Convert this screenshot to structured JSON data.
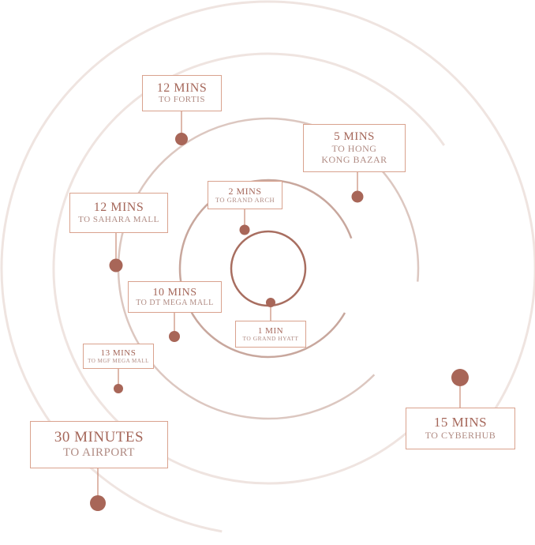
{
  "palette": {
    "outer_ring": "#efe4e0",
    "mid_ring": "#dcc7c0",
    "inner_ring": "#c8a79d",
    "center_ring": "#a86e60",
    "dot": "#a86658",
    "connector": "#c98a74",
    "box_border": "#d9a28e",
    "title_text": "#a5675a",
    "sub_text": "#b08b83"
  },
  "landmarks": [
    {
      "id": "fortis",
      "time": "12 MINS",
      "place": "TO FORTIS"
    },
    {
      "id": "hong-kong-bazar",
      "time": "5 MINS",
      "place": "TO HONG KONG BAZAR"
    },
    {
      "id": "grand-arch",
      "time": "2 MINS",
      "place": "TO GRAND ARCH"
    },
    {
      "id": "sahara-mall",
      "time": "12 MINS",
      "place": "TO SAHARA MALL"
    },
    {
      "id": "dt-mega-mall",
      "time": "10 MINS",
      "place": "TO DT MEGA MALL"
    },
    {
      "id": "grand-hyatt",
      "time": "1 MIN",
      "place": "TO GRAND HYATT"
    },
    {
      "id": "mgf-mega-mall",
      "time": "13 MINS",
      "place": "TO MGF MEGA MALL"
    },
    {
      "id": "cyberhub",
      "time": "15 MINS",
      "place": "TO CYBERHUB"
    },
    {
      "id": "airport",
      "time": "30 MINUTES",
      "place": "TO AIRPORT"
    }
  ]
}
